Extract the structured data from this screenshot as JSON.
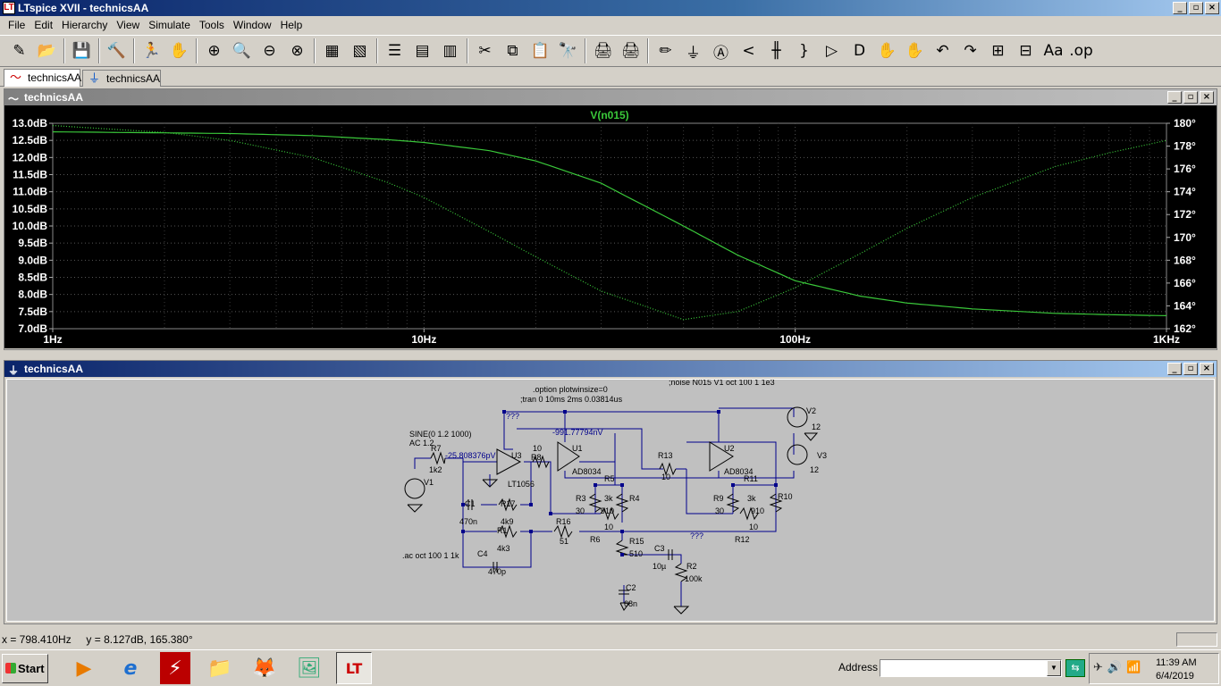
{
  "window": {
    "title": "LTspice XVII - technicsAA",
    "app_icon": "ltspice-icon",
    "min": "_",
    "max": "▫",
    "close": "×"
  },
  "menu": [
    "File",
    "Edit",
    "Hierarchy",
    "View",
    "Simulate",
    "Tools",
    "Window",
    "Help"
  ],
  "toolbar": [
    "✎",
    "📂",
    "💾",
    "🔨",
    "🏃",
    "✋",
    "⊕",
    "🔍",
    "⊖",
    "⊗",
    "▦",
    "▧",
    "☰",
    "▤",
    "▥",
    "✂",
    "⧉",
    "📋",
    "🔭",
    "🖨",
    "🖨",
    "✏",
    "⏚",
    "Ⓐ",
    "<",
    "╫",
    "}",
    "▷",
    "D",
    "✋",
    "✋",
    "↶",
    "↷",
    "⊞",
    "⊟",
    "Aa",
    ".op"
  ],
  "tabs": [
    {
      "label": "technicsAA",
      "icon": "waveform-icon"
    },
    {
      "label": "technicsAA",
      "icon": "schematic-icon"
    }
  ],
  "plot_pane": {
    "title": "technicsAA",
    "icon": "waveform-icon"
  },
  "schem_pane": {
    "title": "technicsAA",
    "icon": "schematic-icon"
  },
  "chart_data": {
    "type": "line",
    "title": "V(n015)",
    "x_scale": "log",
    "x_ticks": [
      "1Hz",
      "10Hz",
      "100Hz",
      "1KHz"
    ],
    "xlim": [
      1,
      1000
    ],
    "y_left_ticks": [
      "13.0dB",
      "12.5dB",
      "12.0dB",
      "11.5dB",
      "11.0dB",
      "10.5dB",
      "10.0dB",
      "9.5dB",
      "9.0dB",
      "8.5dB",
      "8.0dB",
      "7.5dB",
      "7.0dB"
    ],
    "y_left_lim": [
      7.0,
      13.0
    ],
    "y_right_ticks": [
      "180°",
      "178°",
      "176°",
      "174°",
      "172°",
      "170°",
      "168°",
      "166°",
      "164°",
      "162°"
    ],
    "y_right_lim": [
      162,
      180
    ],
    "grid": true,
    "color": "#3ac83a",
    "series": [
      {
        "axis": "left",
        "x": [
          1,
          2,
          3,
          5,
          8,
          10,
          15,
          20,
          30,
          50,
          70,
          100,
          150,
          200,
          300,
          500,
          700,
          1000
        ],
        "y": [
          12.75,
          12.72,
          12.7,
          12.64,
          12.52,
          12.44,
          12.2,
          11.9,
          11.25,
          10.0,
          9.15,
          8.4,
          7.95,
          7.75,
          7.58,
          7.45,
          7.41,
          7.38
        ]
      },
      {
        "axis": "right",
        "line": "dotted",
        "x": [
          1,
          2,
          3,
          5,
          8,
          10,
          15,
          20,
          30,
          50,
          70,
          100,
          150,
          200,
          300,
          500,
          700,
          1000
        ],
        "y": [
          179.8,
          179.2,
          178.5,
          177.0,
          174.8,
          173.5,
          170.5,
          168.3,
          165.3,
          162.8,
          163.5,
          165.6,
          168.6,
          170.8,
          173.5,
          176.2,
          177.4,
          178.5
        ]
      }
    ]
  },
  "schematic": {
    "labels": [
      {
        "t": ";noise N015 V1 oct 100 1 1e3"
      },
      {
        "t": ".option plotwinsize=0"
      },
      {
        "t": ";tran 0 10ms 2ms 0.03814us"
      },
      {
        "t": "???"
      },
      {
        "t": "-991.77794nV",
        "blue": true
      },
      {
        "t": "SINE(0 1.2 1000)"
      },
      {
        "t": "AC 1.2"
      },
      {
        "t": "R7"
      },
      {
        "t": "1k2"
      },
      {
        "t": "-25.808376pV",
        "blue": true
      },
      {
        "t": "U3"
      },
      {
        "t": "R8"
      },
      {
        "t": "10"
      },
      {
        "t": "U1"
      },
      {
        "t": "AD8034"
      },
      {
        "t": "R13"
      },
      {
        "t": "10"
      },
      {
        "t": "U2"
      },
      {
        "t": "AD8034"
      },
      {
        "t": "V2"
      },
      {
        "t": "12"
      },
      {
        "t": "V3"
      },
      {
        "t": "12"
      },
      {
        "t": "V1"
      },
      {
        "t": "LT1056"
      },
      {
        "t": "R5"
      },
      {
        "t": "3k"
      },
      {
        "t": "R4"
      },
      {
        "t": "R3"
      },
      {
        "t": "30"
      },
      {
        "t": "910"
      },
      {
        "t": "R11"
      },
      {
        "t": "3k"
      },
      {
        "t": "R10"
      },
      {
        "t": "R9"
      },
      {
        "t": "30"
      },
      {
        "t": "910"
      },
      {
        "t": "C1"
      },
      {
        "t": "470n"
      },
      {
        "t": "R17"
      },
      {
        "t": "4k9"
      },
      {
        "t": "R16"
      },
      {
        "t": "51"
      },
      {
        "t": "10"
      },
      {
        "t": "R6"
      },
      {
        "t": "10"
      },
      {
        "t": "R12"
      },
      {
        "t": "???"
      },
      {
        "t": "R1"
      },
      {
        "t": "4k3"
      },
      {
        "t": "R15"
      },
      {
        "t": "510"
      },
      {
        "t": "C3"
      },
      {
        "t": "C4"
      },
      {
        "t": "470p"
      },
      {
        "t": ".ac oct 100 1 1k"
      },
      {
        "t": "10µ"
      },
      {
        "t": "R2"
      },
      {
        "t": "100k"
      },
      {
        "t": "C2"
      },
      {
        "t": "68n"
      }
    ]
  },
  "status": {
    "x": "x = 798.410Hz",
    "y": "y = 8.127dB, 165.380°"
  },
  "taskbar": {
    "start": "Start",
    "apps": [
      "▶",
      "e",
      "⚡",
      "📁",
      "🦊",
      "🖼",
      "LT"
    ],
    "address_label": "Address",
    "address_value": "",
    "go": "⇆",
    "tray": "✈🔊📶",
    "time": "11:39 AM",
    "date": "6/4/2019"
  }
}
